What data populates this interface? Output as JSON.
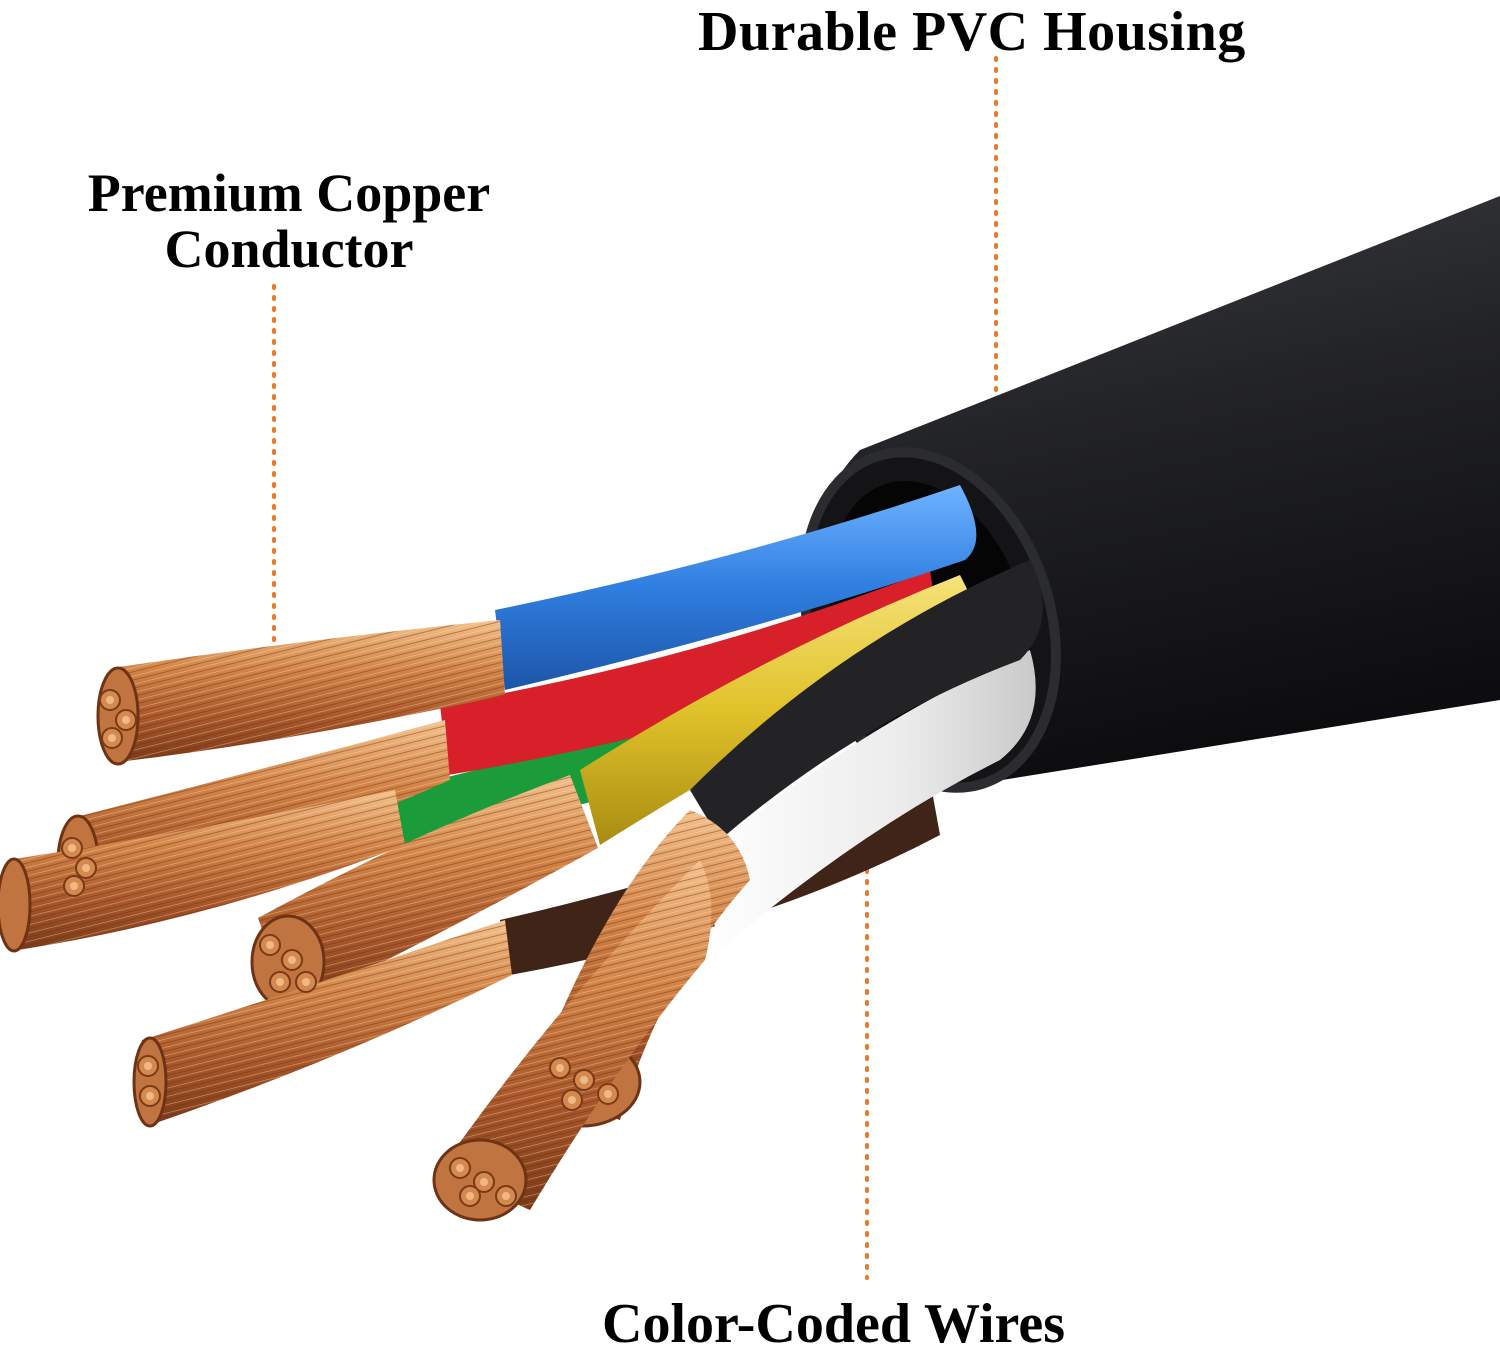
{
  "labels": {
    "housing": "Durable PVC Housing",
    "copper_line1": "Premium Copper",
    "copper_line2": "Conductor",
    "wires": "Color-Coded Wires"
  },
  "colors": {
    "leader": "#e87b2c",
    "jacket": "#1f1f22",
    "copper": "#c8743a",
    "wire_blue": "#2f7ee0",
    "wire_red": "#d8202a",
    "wire_green": "#1b9b3a",
    "wire_yellow": "#e6c92d",
    "wire_black": "#232326",
    "wire_white": "#f1f1f1",
    "wire_brown": "#3f2417"
  }
}
